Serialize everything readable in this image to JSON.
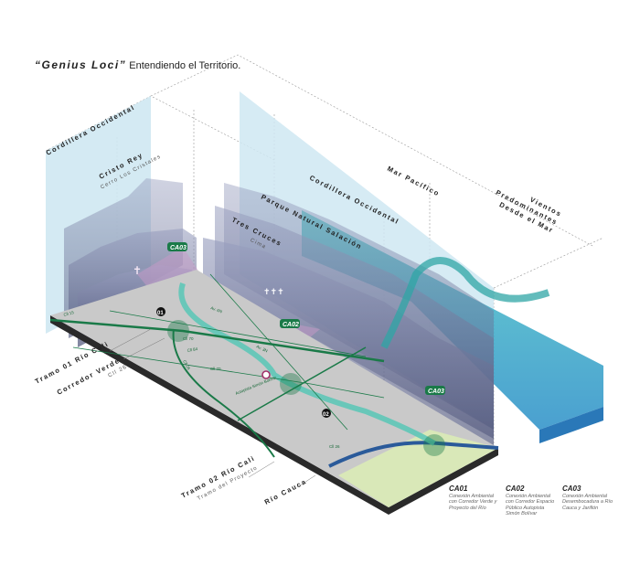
{
  "title": {
    "emphasis": "“Genius Loci”",
    "rest": "Entendiendo el Territorio."
  },
  "labels": {
    "cordillera_left": "Cordillera Occidental",
    "cristo_rey": "Cristo Rey",
    "cristo_rey_sub": "Cerro Los Cristales",
    "cordillera_right": "Cordillera Occidental",
    "parque": "Parque Natural Salación",
    "tres_cruces": "Tres Cruces",
    "tres_cruces_sub": "Cima",
    "mar": "Mar Pacífico",
    "vientos_1": "Vientos",
    "vientos_2": "Predominantes",
    "vientos_3": "Desde el Mar",
    "tramo01": "Tramo 01 Río Cali",
    "corredor": "Corredor Verde",
    "corredor_sub": "Cll 26",
    "tramo02": "Tramo 02 Río Cali",
    "tramo02_sub": "Tramo del Proyecto",
    "rio_cauca": "Río Cauca"
  },
  "markers": {
    "ca01": "CA03",
    "ca02": "CA02",
    "ca03": "CA03",
    "t01": "01",
    "t02": "02"
  },
  "roads": [
    "Cll 15",
    "Av. 6N",
    "Cll 70",
    "Cll 84",
    "Cll 70",
    "Cll 26",
    "Av. 3N",
    "Autopista Simón Bolívar",
    "Cll 26"
  ],
  "legend": [
    {
      "code": "CA01",
      "text": "Conexión Ambiental con Corredor Verde y Proyecto del Río"
    },
    {
      "code": "CA02",
      "text": "Conexión Ambiental con Corredor Espacio Público Autopista Simón Bolívar"
    },
    {
      "code": "CA03",
      "text": "Conexión Ambiental Desembocadura a Río Cauca y Jarillón"
    }
  ],
  "colors": {
    "green": "#1a7a48",
    "sky": "#cfe8f2",
    "teal": "#2fb3b0",
    "mountain": "#6a6f92",
    "pink": "#c89ac8"
  }
}
